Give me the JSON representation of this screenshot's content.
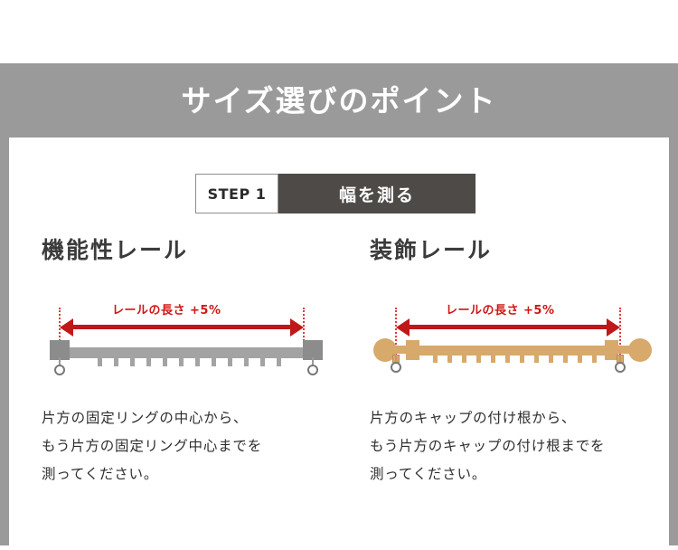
{
  "banner": {
    "title": "サイズ選びのポイント"
  },
  "step": {
    "number_label": "STEP 1",
    "title": "幅を測る"
  },
  "colors": {
    "banner_bg": "#9a9a9a",
    "step_bg": "#4d4a47",
    "accent_red": "#c01818",
    "rail_gray": "#a3a3a3",
    "rail_wood": "#d7a96b",
    "text_dark": "#2e2e2e"
  },
  "columns": [
    {
      "title": "機能性レール",
      "measure_label": "レールの長さ +5%",
      "rail_type": "functional-rail",
      "description_lines": [
        "片方の固定リングの中心から、",
        "もう片方の固定リング中心までを",
        "測ってください。"
      ]
    },
    {
      "title": "装飾レール",
      "measure_label": "レールの長さ +5%",
      "rail_type": "decorative-rail",
      "description_lines": [
        "片方のキャップの付け根から、",
        "もう片方のキャップの付け根までを",
        "測ってください。"
      ]
    }
  ]
}
